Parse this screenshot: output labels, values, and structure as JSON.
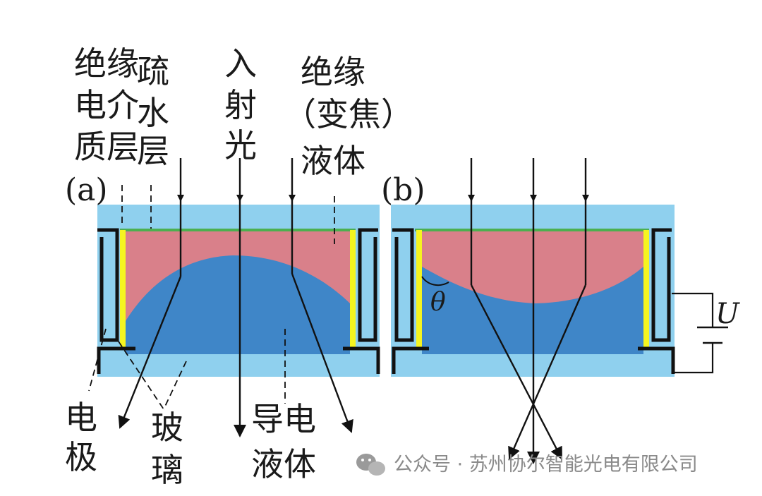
{
  "panel_a": {
    "label": "(a)",
    "insulating_dielectric": [
      "绝缘",
      "电介",
      "质层"
    ],
    "hydrophobic_layer": [
      "疏",
      "水",
      "层"
    ],
    "incident_light": [
      "入",
      "射",
      "光"
    ],
    "insulating_liquid": [
      "绝缘",
      "（变焦）",
      "液体"
    ],
    "electrode": [
      "电",
      "极"
    ],
    "glass": [
      "玻",
      "璃"
    ],
    "conductive_liquid": [
      "导电",
      "液体"
    ]
  },
  "panel_b": {
    "label": "(b)",
    "angle_symbol": "θ",
    "voltage_symbol": "U"
  },
  "watermark": {
    "icon": "wechat-icon",
    "text": "公众号 · 苏州协尔智能光电有限公司"
  },
  "colors": {
    "glass": "#8fd0ee",
    "insulating_liquid": "#d9808a",
    "conductive_liquid": "#3f86c8",
    "hydrophobic_layer": "#4caf50",
    "dielectric": "#f5f520",
    "electrode": "#111111"
  }
}
